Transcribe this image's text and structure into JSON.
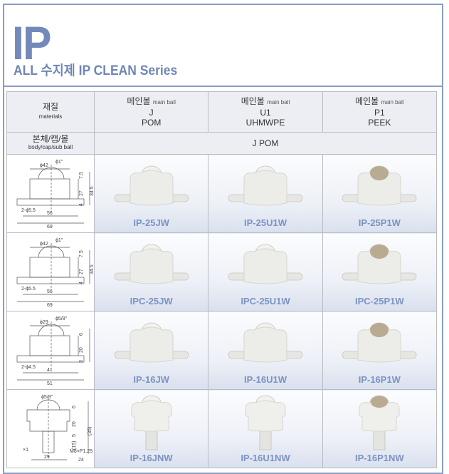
{
  "header": {
    "title": "IP",
    "subtitle": "ALL 수지제 IP CLEAN Series"
  },
  "table": {
    "materials_label_ko": "재질",
    "materials_label_en": "materials",
    "columns": [
      {
        "label_ko": "메인볼",
        "label_en": "main ball",
        "code": "J",
        "material": "POM"
      },
      {
        "label_ko": "메인볼",
        "label_en": "main ball",
        "code": "U1",
        "material": "UHMWPE"
      },
      {
        "label_ko": "메인볼",
        "label_en": "main ball",
        "code": "P1",
        "material": "PEEK"
      }
    ],
    "body_label_ko": "본체/캡/볼",
    "body_label_en": "body/cap/sub ball",
    "body_value": "J POM",
    "rows": [
      {
        "type": "flange",
        "dims": [
          "ϕ42",
          "ϕ1\"",
          "7.5",
          "27",
          "34.5",
          "4",
          "2-ϕ5.5",
          "56",
          "69"
        ],
        "products": [
          {
            "code": "IP-25JW",
            "ball": "white"
          },
          {
            "code": "IP-25U1W",
            "ball": "white"
          },
          {
            "code": "IP-25P1W",
            "ball": "tan"
          }
        ]
      },
      {
        "type": "flange",
        "dims": [
          "ϕ42",
          "ϕ1\"",
          "7.5",
          "27",
          "34.5",
          "4",
          "2-ϕ5.5",
          "56",
          "69"
        ],
        "products": [
          {
            "code": "IPC-25JW",
            "ball": "white"
          },
          {
            "code": "IPC-25U1W",
            "ball": "white"
          },
          {
            "code": "IPC-25P1W",
            "ball": "tan"
          }
        ]
      },
      {
        "type": "flange",
        "dims": [
          "ϕ29",
          "ϕ5/8\"",
          "6",
          "20",
          "",
          "3",
          "2-ϕ4.5",
          "41",
          "51"
        ],
        "products": [
          {
            "code": "IP-16JW",
            "ball": "white"
          },
          {
            "code": "IP-16U1W",
            "ball": "white"
          },
          {
            "code": "IP-16P1W",
            "ball": "tan"
          }
        ]
      },
      {
        "type": "stud",
        "dims": [
          "ϕ5/8\"",
          "6",
          "20",
          "5",
          "(15)",
          "(35)",
          "×1",
          "M8×P1.25",
          "29",
          "24"
        ],
        "products": [
          {
            "code": "IP-16JNW",
            "ball": "white"
          },
          {
            "code": "IP-16U1NW",
            "ball": "white"
          },
          {
            "code": "IP-16P1NW",
            "ball": "tan"
          }
        ]
      }
    ]
  },
  "colors": {
    "accent": "#7389ba",
    "ball_white": "#f2f2ee",
    "ball_tan": "#b9aa92"
  }
}
